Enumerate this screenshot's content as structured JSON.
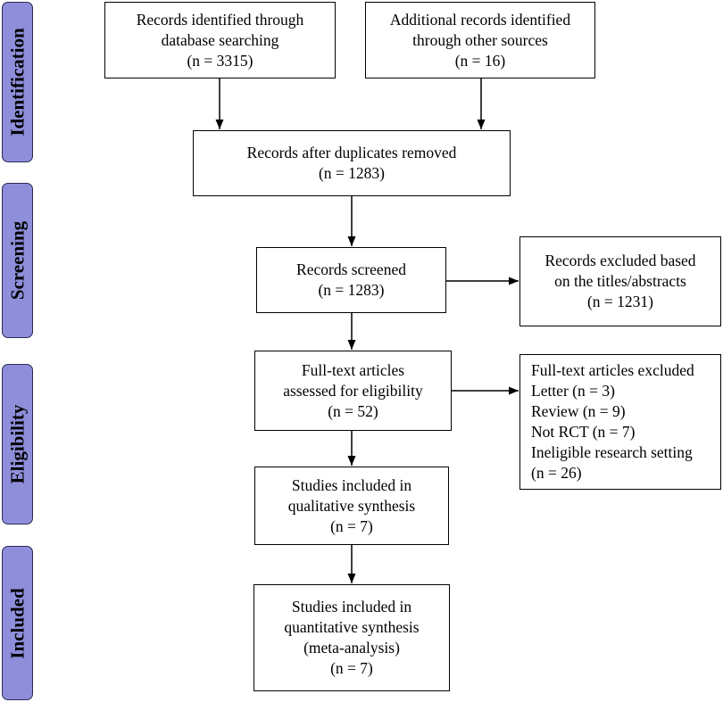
{
  "stages": {
    "identification": "Identification",
    "screening": "Screening",
    "eligibility": "Eligibility",
    "included": "Included"
  },
  "boxes": {
    "database_records": {
      "lines": [
        "Records identified through",
        "database searching",
        "(n = 3315)"
      ]
    },
    "other_sources": {
      "lines": [
        "Additional records identified",
        "through other sources",
        "(n = 16)"
      ]
    },
    "duplicates_removed": {
      "lines": [
        "Records after duplicates removed",
        "(n = 1283)"
      ]
    },
    "records_screened": {
      "lines": [
        "Records screened",
        "(n = 1283)"
      ]
    },
    "records_excluded": {
      "lines": [
        "Records excluded based",
        "on the titles/abstracts",
        "(n = 1231)"
      ]
    },
    "fulltext_assessed": {
      "lines": [
        "Full-text articles",
        "assessed for eligibility",
        "(n = 52)"
      ]
    },
    "fulltext_excluded": {
      "lines": [
        "Full-text articles excluded",
        "Letter (n = 3)",
        "Review (n = 9)",
        "Not RCT (n = 7)",
        "Ineligible research setting",
        "(n = 26)"
      ]
    },
    "qualitative": {
      "lines": [
        "Studies included in",
        "qualitative synthesis",
        "(n = 7)"
      ]
    },
    "quantitative": {
      "lines": [
        "Studies included in",
        "quantitative synthesis",
        "(meta-analysis)",
        "(n = 7)"
      ]
    }
  }
}
